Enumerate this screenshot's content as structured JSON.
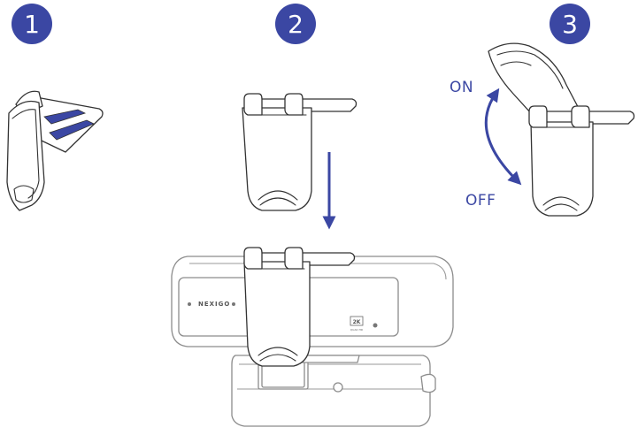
{
  "steps": [
    {
      "number": "1"
    },
    {
      "number": "2"
    },
    {
      "number": "3"
    }
  ],
  "labels": {
    "on": "ON",
    "off": "OFF"
  },
  "webcam": {
    "brand": "NEXIGO",
    "badge": "2K",
    "badge_sub": "QUAD HD"
  },
  "colors": {
    "accent": "#3b47a3",
    "line": "#333333",
    "webcam_line": "#8c8c8c"
  }
}
